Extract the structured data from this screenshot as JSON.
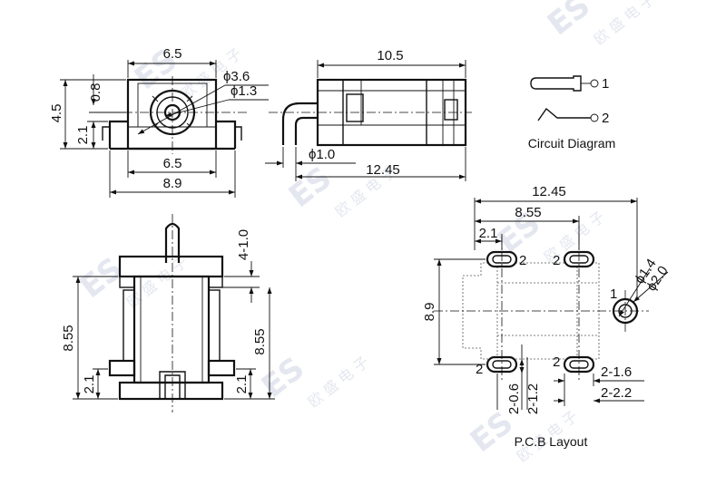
{
  "watermark": {
    "mark": "ES",
    "chars": "欧 盛 电 子"
  },
  "top_left_view": {
    "width_top": "6.5",
    "height_total": "4.5",
    "height_upper": "0.8",
    "height_lower": "2.1",
    "dia_outer": "ϕ3.6",
    "dia_inner": "ϕ1.3",
    "width_bottom": "6.5",
    "width_overall": "8.9"
  },
  "side_view": {
    "length_body": "10.5",
    "pin_dia": "ϕ1.0",
    "length_total": "12.45"
  },
  "circuit": {
    "title": "Circuit Diagram",
    "pin1": "1",
    "pin2": "2"
  },
  "front_view": {
    "pin_range": "4-1.0",
    "height_left": "8.55",
    "height_right": "8.55",
    "foot_left": "2.1",
    "foot_right": "2.1"
  },
  "pcb": {
    "title": "P.C.B Layout",
    "width_total": "12.45",
    "width_pads": "8.55",
    "pad_offset": "2.1",
    "height": "8.9",
    "dia_hole": "ϕ1.4",
    "dia_ring": "ϕ2.0",
    "pad_width": "2-0.6",
    "pad_length": "2-1.2",
    "slot_small": "2-1.6",
    "slot_large": "2-2.2",
    "pad_label_2": "2",
    "pad_label_1": "1"
  }
}
